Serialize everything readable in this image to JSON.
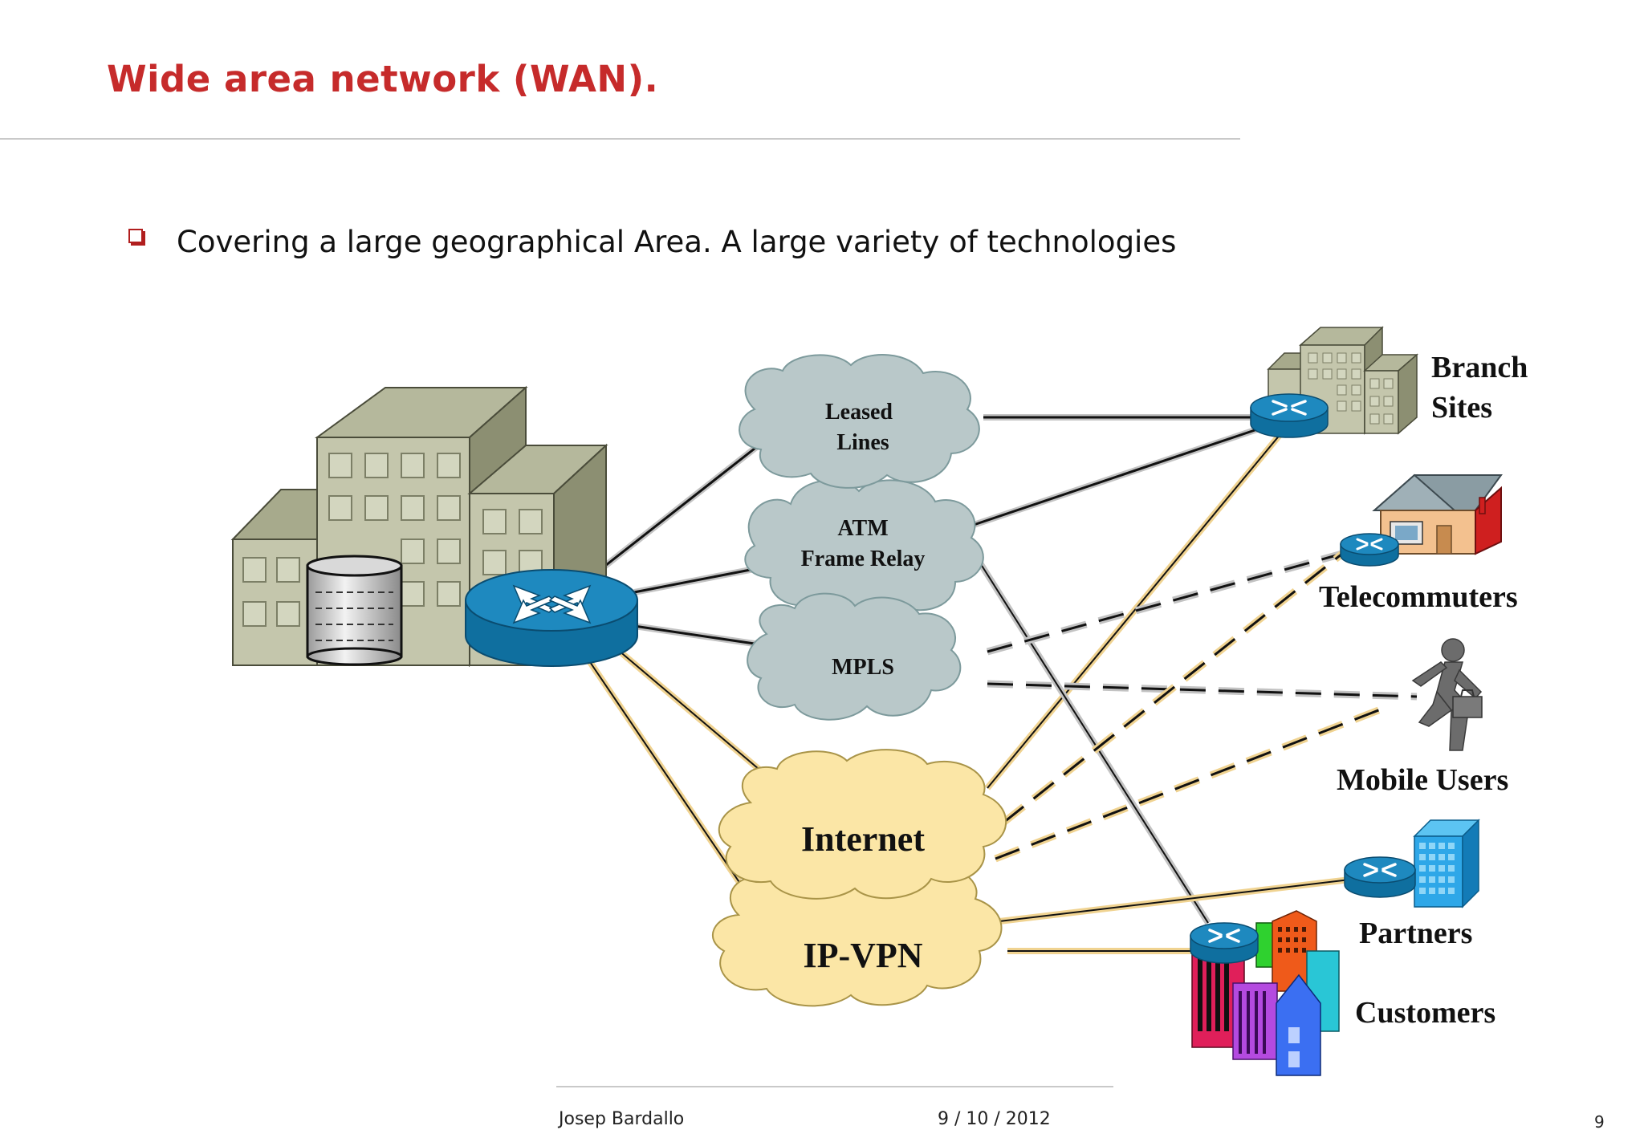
{
  "slide": {
    "title": "Wide area network (WAN).",
    "bullet": "Covering a large geographical Area. A large variety of technologies"
  },
  "diagram": {
    "clouds": {
      "leased_lines": [
        "Leased",
        "Lines"
      ],
      "atm_frame_relay": [
        "ATM",
        "Frame Relay"
      ],
      "mpls": "MPLS",
      "internet": "Internet",
      "ip_vpn": "IP-VPN"
    },
    "sites": {
      "branch": [
        "Branch",
        "Sites"
      ],
      "telecommuters": "Telecommuters",
      "mobile_users": "Mobile Users",
      "partners": "Partners",
      "customers": "Customers"
    },
    "colors": {
      "grey_cloud": "#b9c8c9",
      "yellow_cloud": "#fbe6a6",
      "router": "#1e89bf",
      "building": "#c4c6ac",
      "grey_link": "#c3c3c3",
      "yellow_link": "#f0d391"
    }
  },
  "footer": {
    "author": "Josep Bardallo",
    "date": "9 / 10 / 2012",
    "page": "9"
  }
}
